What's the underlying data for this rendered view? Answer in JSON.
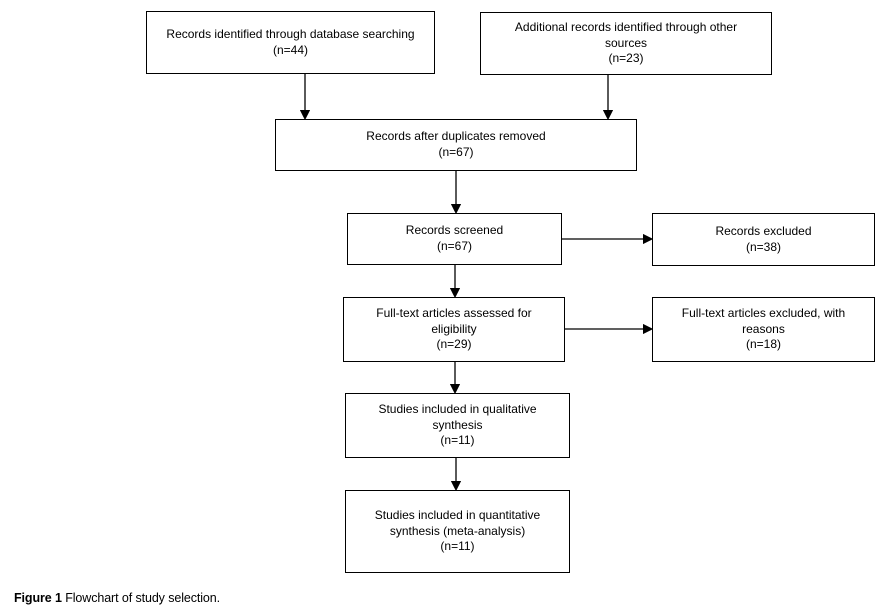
{
  "caption": {
    "label": "Figure 1",
    "text": "Flowchart of study selection."
  },
  "flowchart": {
    "box_border_color": "#000000",
    "line_color": "#000000",
    "nodes": {
      "identified_db": {
        "lines": [
          "Records identified through database searching",
          "(n=44)"
        ]
      },
      "identified_other": {
        "lines": [
          "Additional records identified through other",
          "sources",
          "(n=23)"
        ]
      },
      "after_duplicates": {
        "lines": [
          "Records after duplicates removed",
          "(n=67)"
        ]
      },
      "screened": {
        "lines": [
          "Records screened",
          "(n=67)"
        ]
      },
      "excluded": {
        "lines": [
          "Records excluded",
          "(n=38)"
        ]
      },
      "fulltext_assessed": {
        "lines": [
          "Full-text articles assessed for",
          "eligibility",
          "(n=29)"
        ]
      },
      "fulltext_excluded": {
        "lines": [
          "Full-text articles excluded, with",
          "reasons",
          "(n=18)"
        ]
      },
      "qualitative": {
        "lines": [
          "Studies included in qualitative",
          "synthesis",
          "(n=11)"
        ]
      },
      "quantitative": {
        "lines": [
          "Studies included in quantitative",
          "synthesis (meta-analysis)",
          "(n=11)"
        ]
      }
    }
  }
}
